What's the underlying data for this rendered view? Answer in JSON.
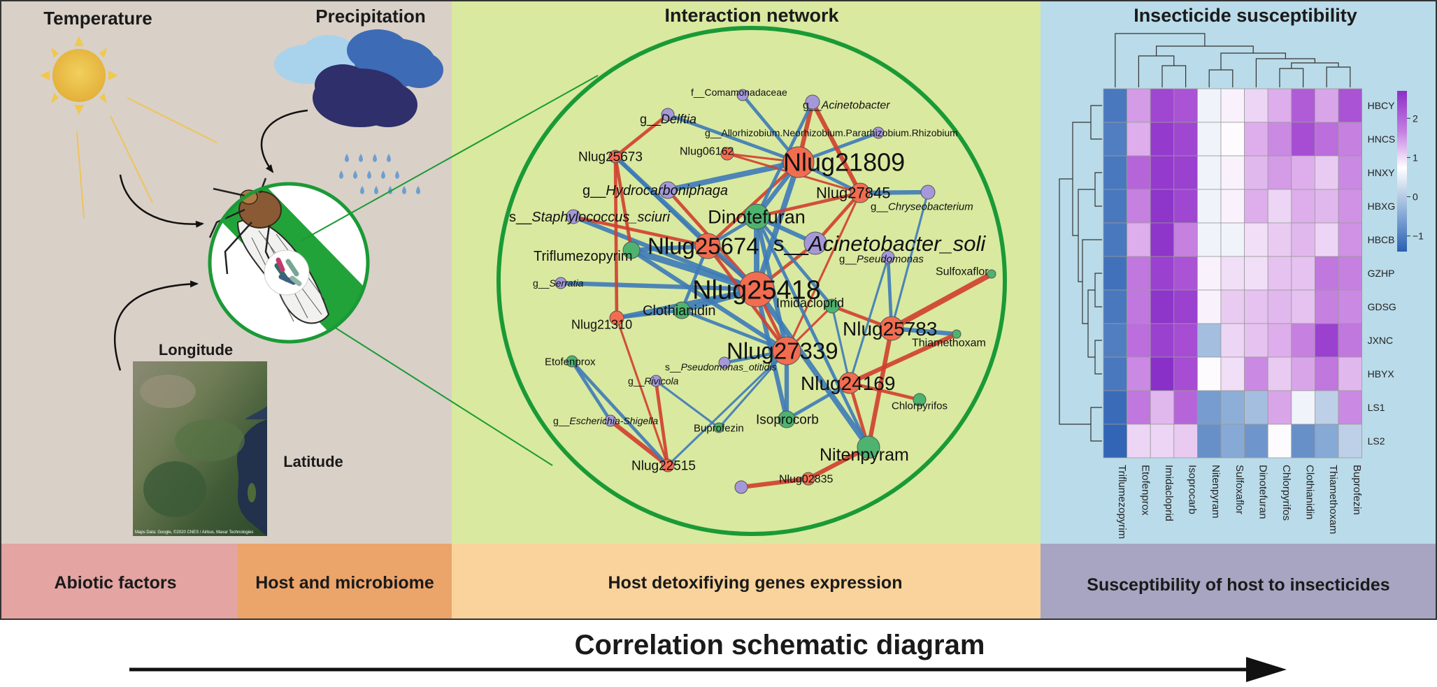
{
  "panels": {
    "abiotic": {
      "temperature": "Temperature",
      "precipitation": "Precipitation",
      "longitude": "Longitude",
      "latitude": "Latitude",
      "map_credit": "Maps Data: Google, ©2020 CNES / Airbus, Maxar Technologies"
    },
    "network": {
      "title": "Interaction network"
    },
    "susceptibility": {
      "title": "Insecticide susceptibility"
    }
  },
  "bands": {
    "abiotic": "Abiotic factors",
    "host": "Host and microbiome",
    "genes": "Host detoxifiying genes expression",
    "suscept": "Susceptibility of host to insecticides"
  },
  "footer": {
    "title": "Correlation schematic diagram"
  },
  "colors": {
    "abiotic_bg": "#d9d0c7",
    "network_bg": "#d9e99f",
    "suscept_bg": "#badbe9",
    "band_abiotic": "#e3a4a2",
    "band_host": "#eba46a",
    "band_genes": "#f9d39b",
    "band_suscept": "#a7a5c2",
    "gene_node": "#f26c4f",
    "insecticide_node": "#4db36f",
    "microbe_node": "#a598d9",
    "edge_positive": "#d13f2f",
    "edge_negative": "#3d7bb9",
    "circle": "#1a9a36"
  },
  "network": {
    "nodes": [
      {
        "id": "Nlug25418",
        "label": "Nlug25418",
        "group": "gene"
      },
      {
        "id": "Nlug21809",
        "label": "Nlug21809",
        "group": "gene"
      },
      {
        "id": "Nlug25674",
        "label": "Nlug25674",
        "group": "gene"
      },
      {
        "id": "Nlug27339",
        "label": "Nlug27339",
        "group": "gene"
      },
      {
        "id": "Nlug25783",
        "label": "Nlug25783",
        "group": "gene"
      },
      {
        "id": "Nlug24169",
        "label": "Nlug24169",
        "group": "gene"
      },
      {
        "id": "Nlug27845",
        "label": "Nlug27845",
        "group": "gene"
      },
      {
        "id": "Nlug25673",
        "label": "Nlug25673",
        "group": "gene"
      },
      {
        "id": "Nlug06162",
        "label": "Nlug06162",
        "group": "gene"
      },
      {
        "id": "Nlug21310",
        "label": "Nlug21310",
        "group": "gene"
      },
      {
        "id": "Nlug22515",
        "label": "Nlug22515",
        "group": "gene"
      },
      {
        "id": "Nlug02835",
        "label": "Nlug02835",
        "group": "gene"
      },
      {
        "id": "Dinotefuran",
        "label": "Dinotefuran",
        "group": "insecticide"
      },
      {
        "id": "Triflumezopyrim",
        "label": "Triflumezopyrim",
        "group": "insecticide"
      },
      {
        "id": "Clothianidin",
        "label": "Clothianidin",
        "group": "insecticide"
      },
      {
        "id": "Imidacloprid",
        "label": "Imidacloprid",
        "group": "insecticide"
      },
      {
        "id": "Thiamethoxam",
        "label": "Thiamethoxam",
        "group": "insecticide"
      },
      {
        "id": "Sulfoxaflor",
        "label": "Sulfoxaflor",
        "group": "insecticide"
      },
      {
        "id": "Chlorpyrifos",
        "label": "Chlorpyrifos",
        "group": "insecticide"
      },
      {
        "id": "Isoprocorb",
        "label": "Isoprocorb",
        "group": "insecticide"
      },
      {
        "id": "Nitenpyram",
        "label": "Nitenpyram",
        "group": "insecticide"
      },
      {
        "id": "Buprofezin",
        "label": "Buprofezin",
        "group": "insecticide"
      },
      {
        "id": "Etofenprox",
        "label": "Etofenprox",
        "group": "insecticide"
      },
      {
        "id": "f_Comamonadaceae",
        "label": "f__Comamonadaceae",
        "group": "microbe"
      },
      {
        "id": "g_Acinetobacter",
        "label": "g__Acinetobacter",
        "group": "microbe"
      },
      {
        "id": "g_Delftia",
        "label": "g__Delftia",
        "group": "microbe"
      },
      {
        "id": "g_Allorhizobium",
        "label": "g__Allorhizobium.Neorhizobium.Pararhizobium.Rhizobium",
        "group": "microbe"
      },
      {
        "id": "g_Hydrocarboniphaga",
        "label": "g__Hydrocarboniphaga",
        "group": "microbe"
      },
      {
        "id": "g_Chryseobacterium",
        "label": "g__Chryseobacterium",
        "group": "microbe"
      },
      {
        "id": "s_Staphylococcus_sciuri",
        "label": "s__Staphylococcus_sciuri",
        "group": "microbe"
      },
      {
        "id": "s_Acinetobacter_soli",
        "label": "s__Acinetobacter_soli",
        "group": "microbe"
      },
      {
        "id": "g_Pseudomonas",
        "label": "g__Pseudomonas",
        "group": "microbe"
      },
      {
        "id": "g_Serratia",
        "label": "g__Serratia",
        "group": "microbe"
      },
      {
        "id": "s_Pseudomonas_oleovorans",
        "label": "s__Pseudomonas_otitidis",
        "group": "microbe"
      },
      {
        "id": "g_Rivicola",
        "label": "g__Rivicola",
        "group": "microbe"
      },
      {
        "id": "g_Escherichia_Shigella",
        "label": "g__Escherichia-Shigella",
        "group": "microbe"
      },
      {
        "id": "unlabeled_microbe",
        "label": "",
        "group": "microbe"
      }
    ],
    "edges": [
      [
        "Nlug25418",
        "Triflumezopyrim",
        "negative",
        5
      ],
      [
        "Nlug25418",
        "Clothianidin",
        "negative",
        4
      ],
      [
        "Nlug25418",
        "Dinotefuran",
        "negative",
        4
      ],
      [
        "Nlug25418",
        "Nlug21809",
        "negative",
        4
      ],
      [
        "Nlug25418",
        "Nitenpyram",
        "negative",
        4
      ],
      [
        "Nlug25418",
        "Isoprocorb",
        "negative",
        3
      ],
      [
        "Nlug25418",
        "Nlug25674",
        "positive",
        2
      ],
      [
        "Nlug25418",
        "Nlug27339",
        "positive",
        2
      ],
      [
        "Nlug25418",
        "g_Hydrocarboniphaga",
        "positive",
        2
      ],
      [
        "Nlug25418",
        "s_Staphylococcus_sciuri",
        "negative",
        3
      ],
      [
        "Nlug25418",
        "Nlug21310",
        "negative",
        3
      ],
      [
        "Nlug25418",
        "g_Serratia",
        "negative",
        3
      ],
      [
        "Nlug25418",
        "s_Acinetobacter_soli",
        "positive",
        2
      ],
      [
        "Nlug25418",
        "Nlug25673",
        "negative",
        3
      ],
      [
        "Nlug21809",
        "Dinotefuran",
        "negative",
        3
      ],
      [
        "Nlug21809",
        "g_Hydrocarboniphaga",
        "negative",
        4
      ],
      [
        "Nlug21809",
        "g_Delftia",
        "negative",
        2
      ],
      [
        "Nlug21809",
        "f_Comamonadaceae",
        "negative",
        2
      ],
      [
        "Nlug21809",
        "g_Acinetobacter",
        "positive",
        3
      ],
      [
        "Nlug21809",
        "g_Allorhizobium",
        "negative",
        2
      ],
      [
        "Nlug21809",
        "Nlug27845",
        "negative",
        2
      ],
      [
        "Nlug21809",
        "Nlug25674",
        "positive",
        2
      ],
      [
        "Nlug21809",
        "Nlug06162",
        "positive",
        1
      ],
      [
        "Nlug27845",
        "g_Chryseobacterium",
        "negative",
        3
      ],
      [
        "Nlug27845",
        "Dinotefuran",
        "positive",
        2
      ],
      [
        "Nlug27845",
        "s_Acinetobacter_soli",
        "positive",
        2
      ],
      [
        "Nlug27845",
        "Nlug27339",
        "positive",
        1
      ],
      [
        "Nlug25674",
        "Triflumezopyrim",
        "negative",
        3
      ],
      [
        "Nlug25674",
        "Dinotefuran",
        "negative",
        2
      ],
      [
        "Nlug25674",
        "Clothianidin",
        "negative",
        2
      ],
      [
        "Nlug25674",
        "s_Staphylococcus_sciuri",
        "positive",
        2
      ],
      [
        "Nlug25674",
        "Nlug25673",
        "negative",
        2
      ],
      [
        "Nlug25674",
        "Nlug27339",
        "positive",
        2
      ],
      [
        "Nlug27339",
        "Dinotefuran",
        "negative",
        3
      ],
      [
        "Nlug27339",
        "Clothianidin",
        "negative",
        2
      ],
      [
        "Nlug27339",
        "Triflumezopyrim",
        "negative",
        3
      ],
      [
        "Nlug27339",
        "Isoprocorb",
        "negative",
        3
      ],
      [
        "Nlug27339",
        "s_Pseudomonas_oleovorans",
        "negative",
        2
      ],
      [
        "Nlug27339",
        "Imidacloprid",
        "positive",
        1
      ],
      [
        "Nlug25783",
        "Sulfoxaflor",
        "positive",
        4
      ],
      [
        "Nlug25783",
        "Thiamethoxam",
        "negative",
        3
      ],
      [
        "Nlug25783",
        "Nitenpyram",
        "positive",
        3
      ],
      [
        "Nlug25783",
        "Imidacloprid",
        "positive",
        2
      ],
      [
        "Nlug25783",
        "g_Pseudomonas",
        "negative",
        2
      ],
      [
        "Nlug25783",
        "g_Chryseobacterium",
        "negative",
        1
      ],
      [
        "Nlug24169",
        "Thiamethoxam",
        "positive",
        3
      ],
      [
        "Nlug24169",
        "Chlorpyrifos",
        "positive",
        2
      ],
      [
        "Nlug24169",
        "Nitenpyram",
        "positive",
        2
      ],
      [
        "Nlug24169",
        "Isoprocorb",
        "negative",
        2
      ],
      [
        "Nlug24169",
        "Imidacloprid",
        "negative",
        1
      ],
      [
        "Nlug24169",
        "g_Pseudomonas",
        "negative",
        1
      ],
      [
        "Nitenpyram",
        "Nlug02835",
        "positive",
        3
      ],
      [
        "Nitenpyram",
        "Dinotefuran",
        "negative",
        2
      ],
      [
        "Nlug02835",
        "unlabeled_microbe",
        "positive",
        3
      ],
      [
        "Nlug25673",
        "g_Delftia",
        "positive",
        2
      ],
      [
        "Nlug25673",
        "Triflumezopyrim",
        "positive",
        2
      ],
      [
        "Nlug25673",
        "Nlug21310",
        "positive",
        2
      ],
      [
        "Nlug06162",
        "Nlug27845",
        "positive",
        1
      ],
      [
        "Nlug21310",
        "Clothianidin",
        "negative",
        2
      ],
      [
        "Nlug21310",
        "Nlug22515",
        "positive",
        1
      ],
      [
        "Nlug22515",
        "g_Escherichia_Shigella",
        "positive",
        3
      ],
      [
        "Nlug22515",
        "g_Rivicola",
        "positive",
        2
      ],
      [
        "Nlug22515",
        "Etofenprox",
        "negative",
        2
      ],
      [
        "Nlug22515",
        "Nlug27339",
        "negative",
        1
      ],
      [
        "g_Escherichia_Shigella",
        "Etofenprox",
        "negative",
        2
      ],
      [
        "g_Rivicola",
        "Buprofezin",
        "negative",
        1
      ],
      [
        "Buprofezin",
        "Nlug27339",
        "negative",
        1
      ],
      [
        "g_Acinetobacter",
        "Nlug27845",
        "positive",
        3
      ],
      [
        "g_Acinetobacter",
        "Dinotefuran",
        "negative",
        2
      ],
      [
        "s_Acinetobacter_soli",
        "Dinotefuran",
        "negative",
        3
      ],
      [
        "Imidacloprid",
        "Dinotefuran",
        "negative",
        2
      ]
    ]
  },
  "heatmap": {
    "rows": [
      "HBCY",
      "HNCS",
      "HNXY",
      "HBXG",
      "HBCB",
      "GZHP",
      "GDSG",
      "JXNC",
      "HBYX",
      "LS1",
      "LS2"
    ],
    "cols": [
      "Triflumezopyrim",
      "Etofenprox",
      "Imidacloprid",
      "Isoprocarb",
      "Nitenpyram",
      "Sulfoxaflor",
      "Dinotefuran",
      "Chlorpyrifos",
      "Clothianidin",
      "Thiamethoxam",
      "Buprofezin"
    ],
    "values": [
      [
        -1.2,
        1.2,
        2.2,
        2.0,
        0.1,
        0.3,
        0.6,
        1.0,
        1.9,
        1.1,
        2.0
      ],
      [
        -1.1,
        1.0,
        2.4,
        2.2,
        0.1,
        0.2,
        1.0,
        1.4,
        2.1,
        1.7,
        1.5
      ],
      [
        -1.2,
        1.8,
        2.4,
        2.3,
        0.1,
        0.3,
        0.9,
        1.2,
        1.0,
        0.7,
        1.4
      ],
      [
        -1.2,
        1.5,
        2.5,
        2.2,
        0.1,
        0.3,
        1.0,
        0.6,
        1.0,
        0.9,
        1.3
      ],
      [
        -1.2,
        1.0,
        2.5,
        1.5,
        0.1,
        0.1,
        0.5,
        0.7,
        0.9,
        0.6,
        1.3
      ],
      [
        -1.3,
        1.6,
        2.3,
        2.0,
        0.3,
        0.5,
        0.5,
        0.8,
        0.8,
        1.6,
        1.5
      ],
      [
        -1.2,
        1.6,
        2.5,
        2.3,
        0.3,
        0.7,
        0.8,
        0.9,
        0.8,
        1.5,
        1.4
      ],
      [
        -1.1,
        1.7,
        2.3,
        2.1,
        -0.2,
        0.6,
        0.8,
        1.0,
        1.5,
        2.3,
        1.6
      ],
      [
        -1.2,
        1.4,
        2.6,
        2.1,
        0.2,
        0.5,
        1.4,
        0.7,
        1.1,
        1.6,
        0.9
      ],
      [
        -1.4,
        1.6,
        0.9,
        1.8,
        -0.6,
        -0.3,
        -0.2,
        1.1,
        0.1,
        -0.1,
        1.4
      ],
      [
        -1.5,
        0.6,
        0.6,
        0.7,
        -0.8,
        -0.4,
        -0.7,
        0.2,
        -0.8,
        -0.4,
        -0.1
      ]
    ],
    "colorbar_ticks": [
      "2",
      "1",
      "0",
      "−1"
    ],
    "colorbar_values": [
      2,
      1,
      0,
      -1
    ],
    "scale_min": -1.6,
    "scale_max": 2.8
  }
}
